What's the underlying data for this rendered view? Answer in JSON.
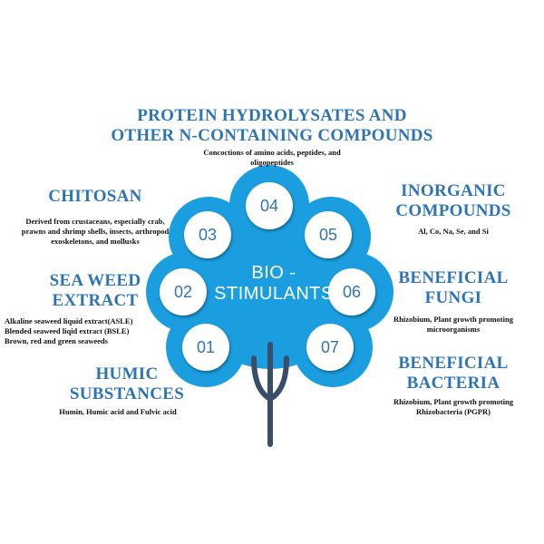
{
  "center": {
    "line1": "BIO -",
    "line2": "STIMULANTS"
  },
  "colors": {
    "accent": "#2e74b5",
    "bubble": "#1a9ee0",
    "trunk": "#3a4e6b",
    "text": "#111111"
  },
  "numbers": [
    "01",
    "02",
    "03",
    "04",
    "05",
    "06",
    "07"
  ],
  "categories": {
    "protein": {
      "title_line1": "PROTEIN HYDROLYSATES AND",
      "title_line2": "OTHER N-CONTAINING COMPOUNDS",
      "desc_line1": "Concoctions of amino acids, peptides, and",
      "desc_line2": "oligopeptides"
    },
    "chitosan": {
      "title": "CHITOSAN",
      "desc_line1": "Derived from crustaceans, especially crab,",
      "desc_line2": "prawns and shrimp shells, insects, arthropod",
      "desc_line3": "exoskeletons, and mollusks"
    },
    "seaweed": {
      "title_line1": "SEA WEED",
      "title_line2": "EXTRACT",
      "desc_line1": "Alkaline seaweed liquid extract(ASLE)",
      "desc_line2": "Blended seaweed liqid extract (BSLE)",
      "desc_line3": "Brown, red and green seaweeds"
    },
    "humic": {
      "title_line1": "HUMIC",
      "title_line2": "SUBSTANCES",
      "desc": "Humin, Humic acid  and Fulvic acid"
    },
    "inorganic": {
      "title_line1": "INORGANIC",
      "title_line2": "COMPOUNDS",
      "desc": "Al, Co, Na, Se, and Si"
    },
    "fungi": {
      "title_line1": "BENEFICIAL",
      "title_line2": "FUNGI",
      "desc_line1": "Rhizobium, Plant growth promoting",
      "desc_line2": "microorganisms"
    },
    "bacteria": {
      "title_line1": "BENEFICIAL",
      "title_line2": "BACTERIA",
      "desc_line1": "Rhizobium, Plant growth promoting",
      "desc_line2": "Rhizobacteria (PGPR)"
    }
  }
}
